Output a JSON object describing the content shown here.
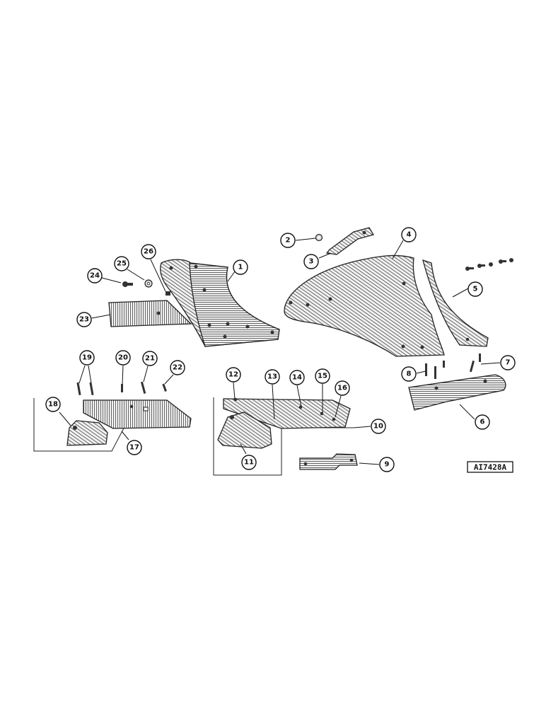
{
  "figure_id": "AI7428A",
  "callouts": [
    "1",
    "2",
    "3",
    "4",
    "5",
    "6",
    "7",
    "8",
    "9",
    "10",
    "11",
    "12",
    "13",
    "14",
    "15",
    "16",
    "17",
    "18",
    "19",
    "20",
    "21",
    "22",
    "23",
    "24",
    "25",
    "26"
  ],
  "colors": {
    "ink": "#111111",
    "paper": "#ffffff",
    "metal": "#e7e7e7"
  }
}
